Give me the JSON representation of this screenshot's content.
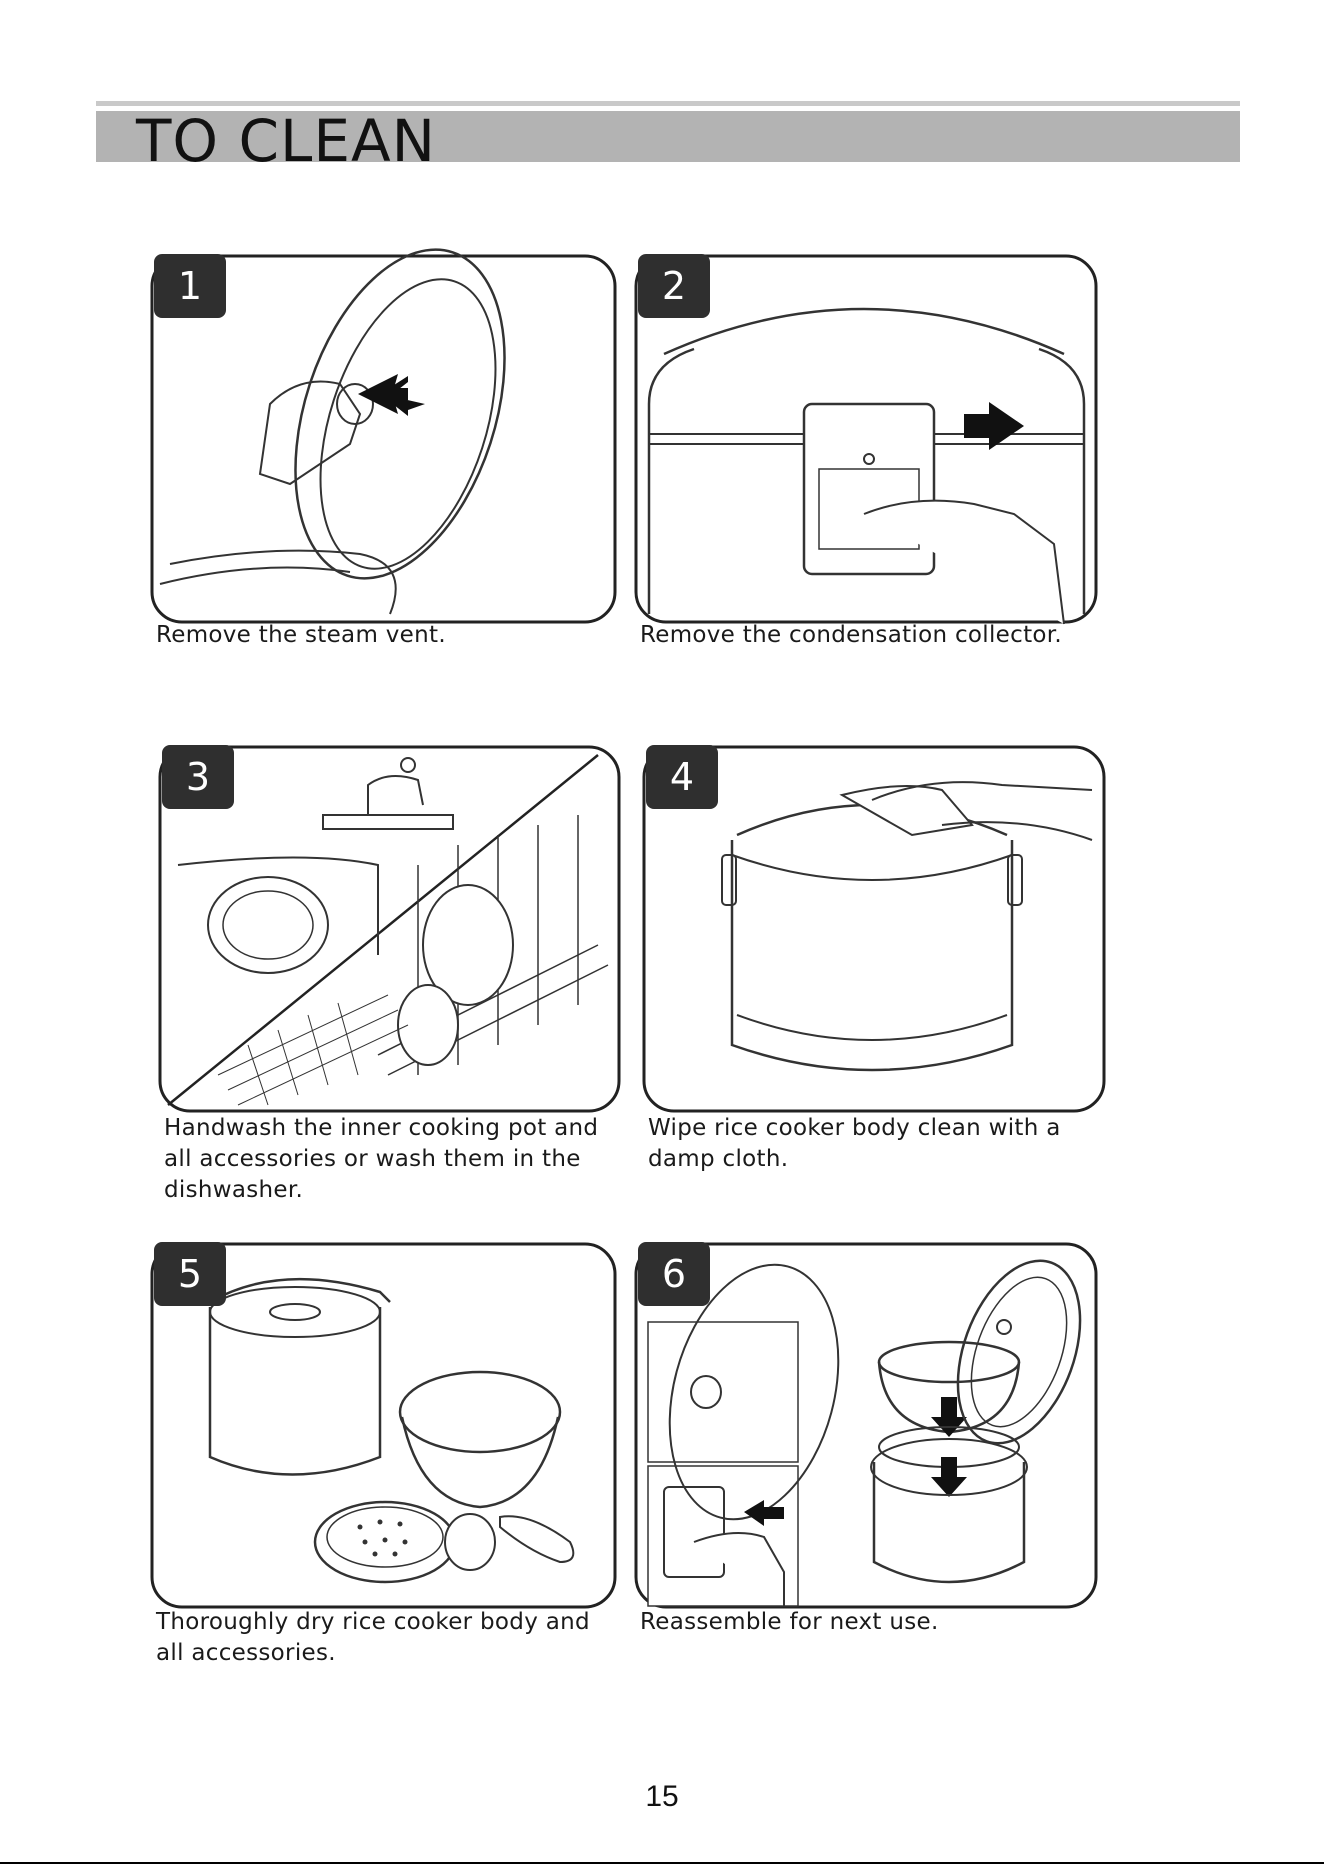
{
  "header": {
    "title": "TO CLEAN"
  },
  "steps": [
    {
      "number": "1",
      "caption": "Remove the steam vent."
    },
    {
      "number": "2",
      "caption": "Remove the condensation collector."
    },
    {
      "number": "3",
      "caption": "Handwash the inner cooking pot and all accessories or wash them in the dishwasher."
    },
    {
      "number": "4",
      "caption": "Wipe rice cooker body clean with a damp cloth."
    },
    {
      "number": "5",
      "caption": "Thoroughly dry rice cooker body and all accessories."
    },
    {
      "number": "6",
      "caption": "Reassemble for next use."
    }
  ],
  "footer": {
    "page_number": "15"
  }
}
